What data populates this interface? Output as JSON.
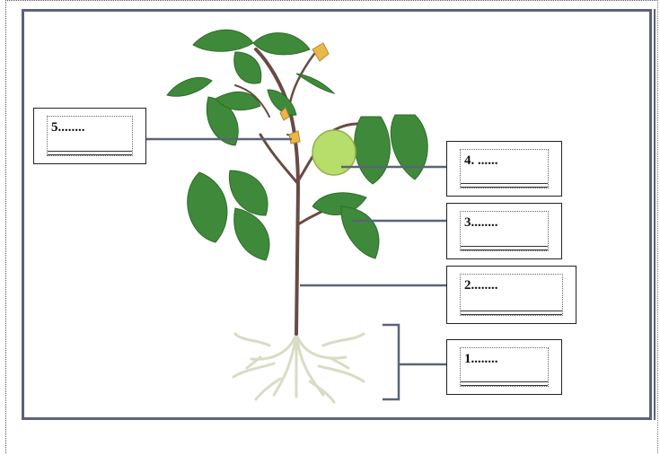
{
  "labels": {
    "item_5": "5........",
    "item_4": "4.   ......",
    "item_3": "3........",
    "item_2": "2........",
    "item_1": "1........"
  },
  "colors": {
    "frame": "#5b6378",
    "leader_line": "#5b6378",
    "leaf": "#3f8a3a",
    "stem": "#6a4a43",
    "fruit": "#b7dd6a",
    "flower": "#e8b84a",
    "roots": "#d9dcc4"
  }
}
